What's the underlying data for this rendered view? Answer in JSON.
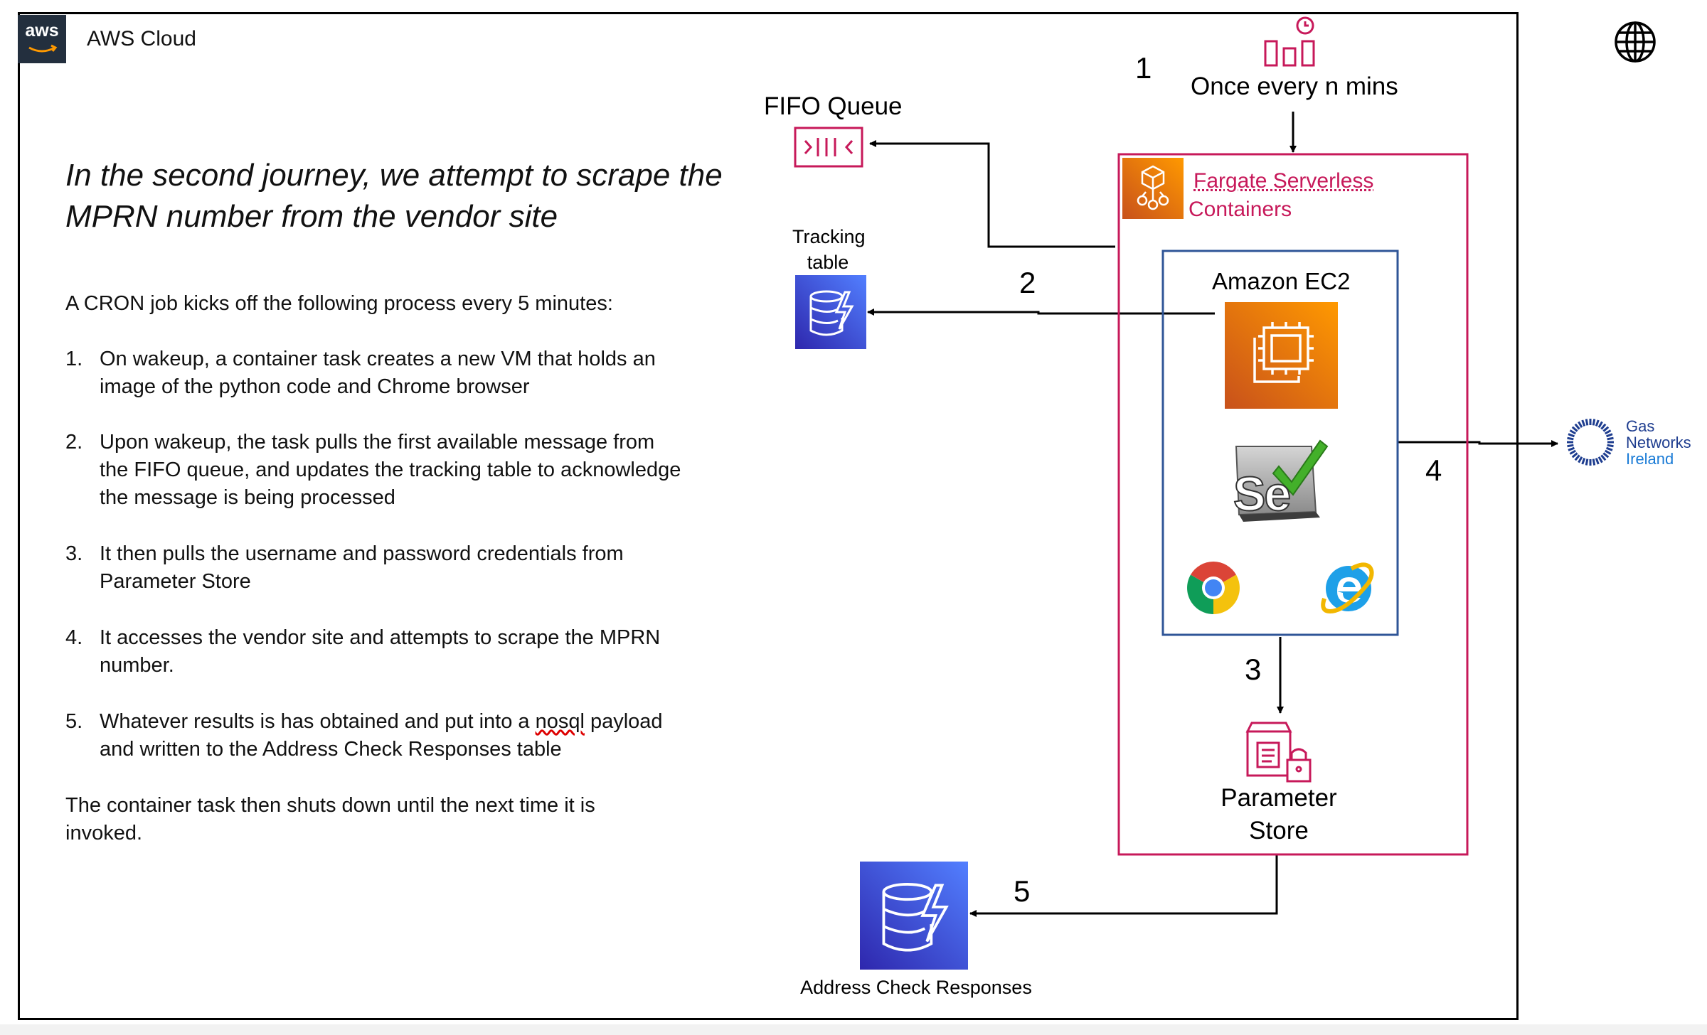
{
  "aws": {
    "logo_text": "aws",
    "cloud_label": "AWS Cloud"
  },
  "heading": {
    "line1": "In the second journey, we attempt to scrape the",
    "line2": "MPRN number from the vendor site"
  },
  "intro": "A CRON job kicks off the following process every 5 minutes:",
  "steps": [
    {
      "num": "1.",
      "lines": [
        "On wakeup, a container task creates a new VM that holds an",
        "image of the python code and Chrome browser"
      ]
    },
    {
      "num": "2.",
      "lines": [
        "Upon wakeup, the task pulls the first available message from",
        "the FIFO queue, and updates the tracking table to acknowledge",
        "the message is being processed"
      ]
    },
    {
      "num": "3.",
      "lines": [
        "It then pulls the username and password credentials from",
        "Parameter Store"
      ]
    },
    {
      "num": "4.",
      "lines": [
        "It accesses the vendor site and attempts to scrape the MPRN",
        "number."
      ]
    },
    {
      "num": "5.",
      "line1_before": "Whatever results is has obtained and put into a ",
      "line1_nosql": "nosql",
      "line1_after": " payload",
      "line2": "and written to the Address Check Responses table"
    }
  ],
  "outro": {
    "line1": "The container task then shuts down until the next time it is",
    "line2": "invoked."
  },
  "diagram": {
    "scheduler_label": "Once every n mins",
    "fifo_label": "FIFO Queue",
    "tracking_label_1": "Tracking",
    "tracking_label_2": "table",
    "fargate_label_1": "Fargate Serverless",
    "fargate_label_2": "Containers",
    "ec2_label": "Amazon EC2",
    "selenium_text": "Se",
    "param_label_1": "Parameter",
    "param_label_2": "Store",
    "responses_label": "Address Check Responses",
    "gni_label_1": "Gas",
    "gni_label_2": "Networks",
    "gni_label_3": "Ireland",
    "step_numbers": [
      "1",
      "2",
      "3",
      "4",
      "5"
    ]
  },
  "colors": {
    "pink": "#c7195a",
    "orange": "#e8711a",
    "blue_border": "#2f5597",
    "dynamo_blue": "#3b48cc",
    "gni_blue": "#1e3d8f"
  }
}
